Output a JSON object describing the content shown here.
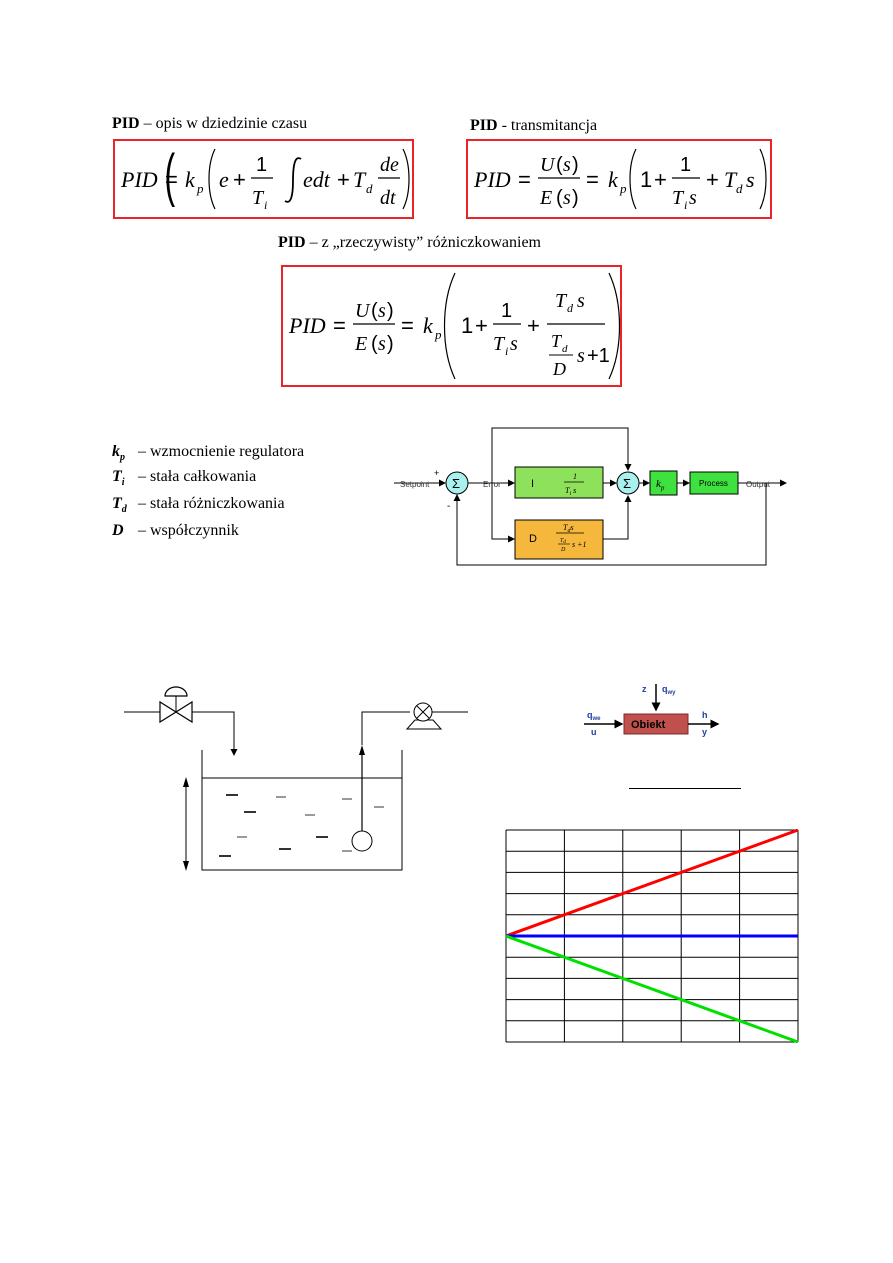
{
  "headings": {
    "time_domain_bold": "PID",
    "time_domain_rest": " – opis w dziedzinie czasu",
    "transfer_bold": "PID",
    "transfer_rest": " - transmitancja",
    "real_derivative_bold": "PID",
    "real_derivative_rest": " – z „rzeczywisty” różniczkowaniem"
  },
  "formulas": {
    "time_domain": "PID = k_p ( e + 1/T_i ∫ e dt + T_d de/dt )",
    "transfer": "PID = U(s)/E(s) = k_p ( 1 + 1/(T_i s) + T_d s )",
    "real_derivative": "PID = U(s)/E(s) = k_p ( 1 + 1/(T_i s) + T_d s / (T_d/D s + 1) )"
  },
  "legend": [
    {
      "symbol": "k",
      "sub": "p",
      "text": "– wzmocnienie regulatora"
    },
    {
      "symbol": "T",
      "sub": "i",
      "text": "– stała całkowania"
    },
    {
      "symbol": "T",
      "sub": "d",
      "text": "– stała różniczkowania"
    },
    {
      "symbol": "D",
      "sub": "",
      "text": "– współczynnik"
    }
  ],
  "block_diagram": {
    "setpoint": "Setpoint",
    "error": "Error",
    "output": "Output",
    "plus": "+",
    "minus": "-",
    "sum_symbol": "Σ",
    "integral_label": "I",
    "derivative_label": "D",
    "gain_label": "k",
    "gain_sub": "p",
    "process_label": "Process",
    "colors": {
      "integral": "#8ee15a",
      "derivative": "#f5b83d",
      "gain": "#3ee13e",
      "process": "#3ee13e",
      "sum": "#a9f0ef"
    }
  },
  "object_diagram": {
    "z": "z",
    "q_wy": "q",
    "q_wy_sub": "wy",
    "q_we": "q",
    "q_we_sub": "we",
    "u": "u",
    "h": "h",
    "y": "y",
    "object_label": "Obiekt",
    "object_color": "#c0504d",
    "label_color": "#1f3fa0"
  },
  "chart_data": {
    "type": "line",
    "grid": true,
    "x_cells": 5,
    "y_cells": 10,
    "series": [
      {
        "color": "#ff0000",
        "values": [
          0,
          5
        ]
      },
      {
        "color": "#0000ff",
        "values": [
          0,
          0
        ]
      },
      {
        "color": "#00e000",
        "values": [
          0,
          -5
        ]
      }
    ]
  }
}
